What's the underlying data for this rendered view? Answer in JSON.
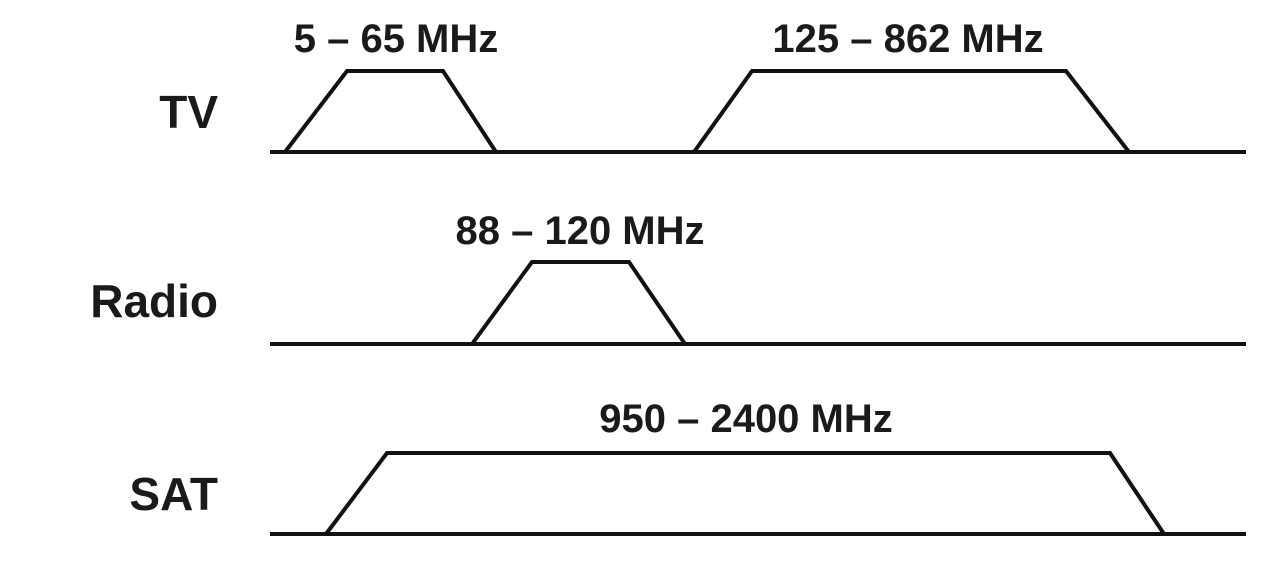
{
  "rows": [
    {
      "label": "TV",
      "bands": [
        {
          "label": "5 – 65 MHz"
        },
        {
          "label": "125 – 862 MHz"
        }
      ]
    },
    {
      "label": "Radio",
      "bands": [
        {
          "label": "88 – 120 MHz"
        }
      ]
    },
    {
      "label": "SAT",
      "bands": [
        {
          "label": "950 – 2400 MHz"
        }
      ]
    }
  ],
  "colors": {
    "line": "#111111",
    "text": "#1a1a1a",
    "background": "#ffffff"
  }
}
